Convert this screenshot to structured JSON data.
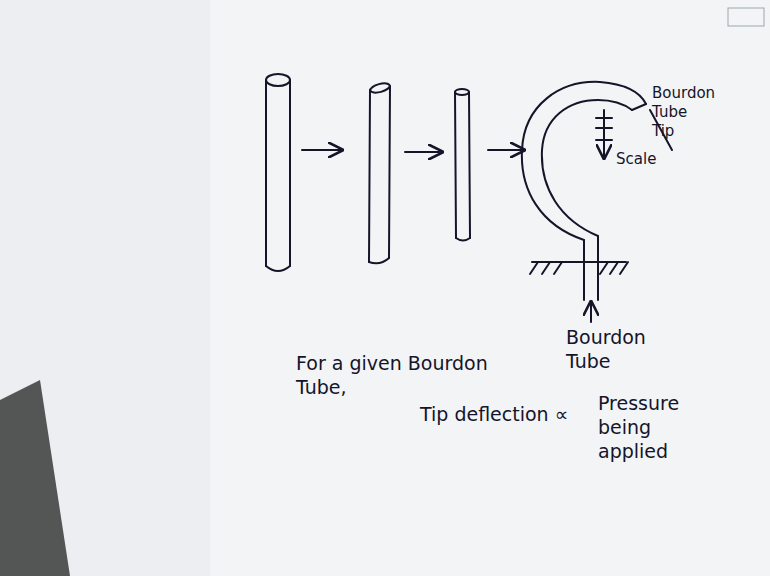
{
  "diagram": {
    "labels": [
      "Bourdon Tube Tip",
      "Scale",
      "Bourdon Tube",
      "For a given Bourdon Tube,",
      "Tip deflection ∝",
      "Pressure being applied"
    ]
  }
}
